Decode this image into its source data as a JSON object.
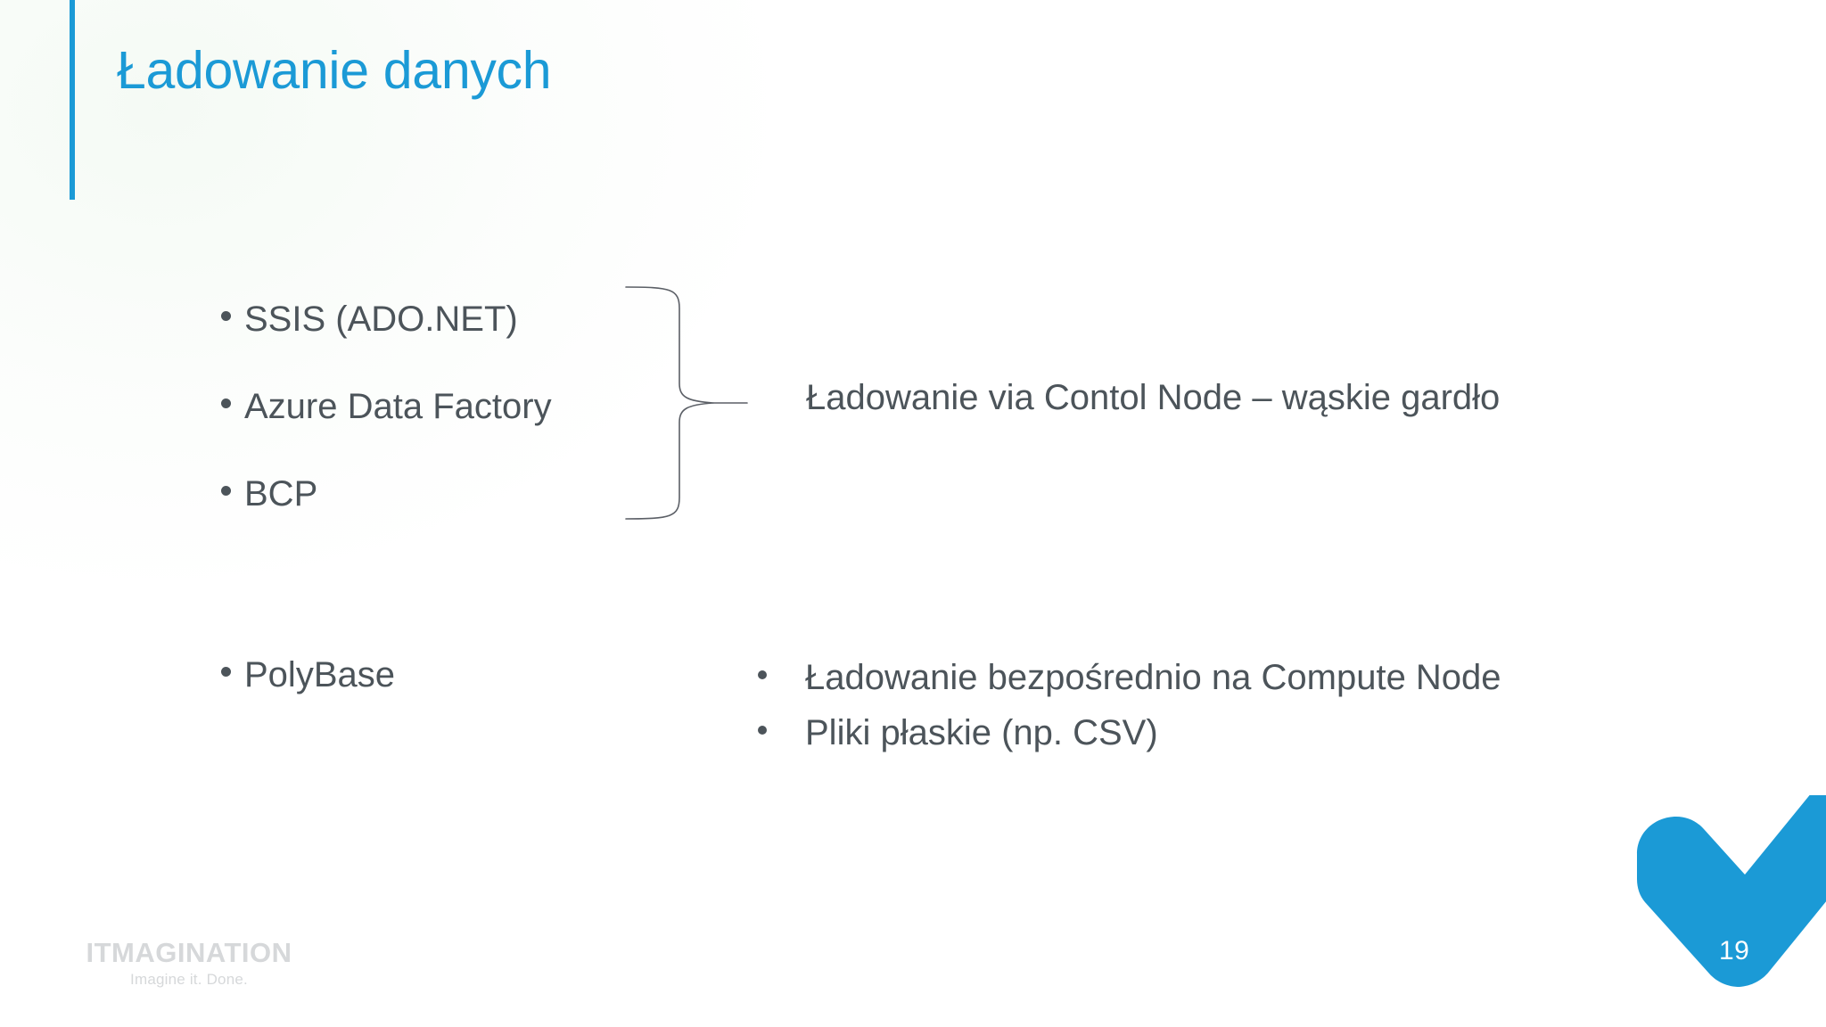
{
  "slide": {
    "title": "Ładowanie danych",
    "accent_color": "#1b9ad6",
    "text_color": "#4c545a",
    "background_color": "#ffffff"
  },
  "left_column": {
    "group_a": [
      {
        "label": "SSIS (ADO.NET)"
      },
      {
        "label": "Azure Data Factory"
      },
      {
        "label": "BCP"
      }
    ],
    "group_b": [
      {
        "label": "PolyBase"
      }
    ]
  },
  "right_column": {
    "brace_note": "Ładowanie via Contol Node – wąskie gardło",
    "bullets": [
      {
        "label": "Ładowanie bezpośrednio na Compute Node"
      },
      {
        "label": "Pliki płaskie (np. CSV)"
      }
    ]
  },
  "footer": {
    "logo_word": "ITMAGINATION",
    "logo_tagline": "Imagine it. Done.",
    "logo_color": "#d6d8da"
  },
  "page": {
    "number": "19",
    "checkmark_color": "#1b9ad6"
  }
}
